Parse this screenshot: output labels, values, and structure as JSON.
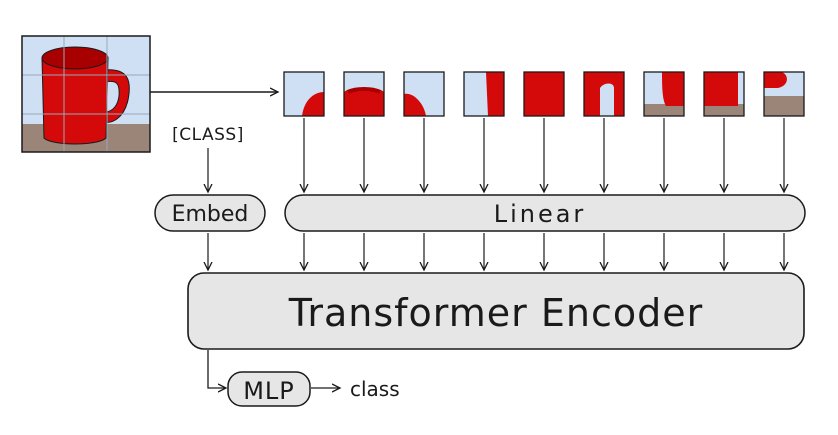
{
  "diagram": {
    "class_token_label": "[CLASS]",
    "embed_label": "Embed",
    "linear_label": "Linear",
    "encoder_label": "Transformer Encoder",
    "mlp_label": "MLP",
    "output_label": "class"
  },
  "patches": [
    {
      "name": "patch-1"
    },
    {
      "name": "patch-2"
    },
    {
      "name": "patch-3"
    },
    {
      "name": "patch-4"
    },
    {
      "name": "patch-5"
    },
    {
      "name": "patch-6"
    },
    {
      "name": "patch-7"
    },
    {
      "name": "patch-8"
    },
    {
      "name": "patch-9"
    }
  ],
  "colors": {
    "sky": "#cfe0f4",
    "cup": "#d40a0a",
    "cup_dark": "#a80000",
    "table": "#9b8478",
    "box_fill": "#e6e6e6",
    "stroke": "#1a1a1a"
  }
}
